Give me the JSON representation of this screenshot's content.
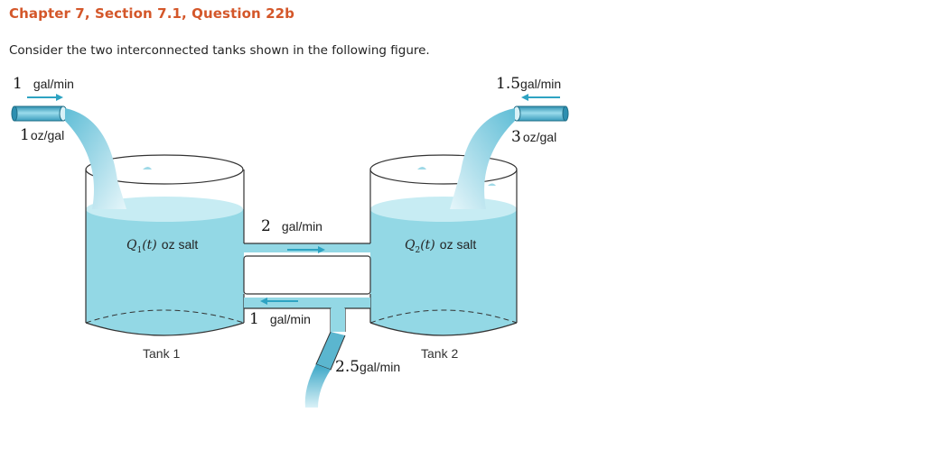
{
  "header": {
    "title": "Chapter 7, Section 7.1, Question 22b",
    "intro": "Consider the two interconnected tanks shown in the following figure."
  },
  "figure": {
    "inflow_left": {
      "rate_number": "1",
      "rate_unit": "gal/min",
      "conc_number": "1",
      "conc_unit": "oz/gal"
    },
    "inflow_right": {
      "rate_number": "1.5",
      "rate_unit": "gal/min",
      "conc_number": "3",
      "conc_unit": "oz/gal"
    },
    "pipe_top": {
      "rate_number": "2",
      "rate_unit": "gal/min"
    },
    "pipe_bottom": {
      "rate_number": "1",
      "rate_unit": "gal/min"
    },
    "outflow": {
      "rate_number": "2.5",
      "rate_unit": "gal/min"
    },
    "tank1": {
      "q_letter": "Q",
      "q_sub": "1",
      "q_arg": "(t)",
      "q_text": "oz salt",
      "label": "Tank 1"
    },
    "tank2": {
      "q_letter": "Q",
      "q_sub": "2",
      "q_arg": "(t)",
      "q_text": "oz salt",
      "label": "Tank 2"
    },
    "colors": {
      "title": "#d4572a",
      "water": "#93d8e5",
      "water_top": "#c7ecf3",
      "pipe": "#4fb3cc",
      "arrow": "#2ea3c2"
    }
  }
}
